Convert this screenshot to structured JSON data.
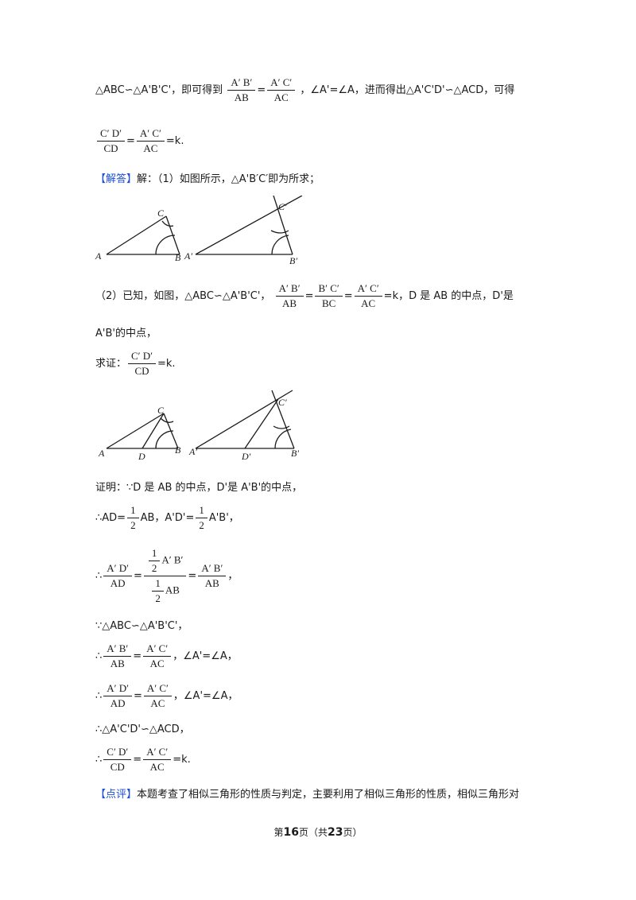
{
  "line1": {
    "pre": "△ABC∽△A'B'C'，即可得到",
    "f1_num": "A′ B′",
    "f1_den": "AB",
    "eq": "=",
    "f2_num": "A′ C′",
    "f2_den": "AC",
    "post": "，∠A'=∠A，进而得出△A'C'D'∽△ACD，可得"
  },
  "line2": {
    "f1_num": "C′ D′",
    "f1_den": "CD",
    "eq": "=",
    "f2_num": "A′ C′",
    "f2_den": "AC",
    "post": "=k."
  },
  "answer": {
    "tag": "【解答】",
    "text": "解：（1）如图所示，△A'B′C′即为所求；"
  },
  "fig1": {
    "A": "A",
    "B": "B",
    "C": "C",
    "A2": "A′",
    "B2": "B′",
    "C2": "C′"
  },
  "part2": {
    "pre": "（2）已知，如图，△ABC∽△A'B'C'，",
    "f1_num": "A′ B′",
    "f1_den": "AB",
    "eq": "=",
    "f2_num": "B′ C′",
    "f2_den": "BC",
    "f3_num": "A′ C′",
    "f3_den": "AC",
    "post": "=k，D 是 AB 的中点，D'是",
    "line2": "A'B'的中点，"
  },
  "prove": {
    "pre": "求证：",
    "num": "C′ D′",
    "den": "CD",
    "post": "=k."
  },
  "fig2": {
    "A": "A",
    "B": "B",
    "C": "C",
    "D": "D",
    "A2": "A′",
    "B2": "B′",
    "C2": "C′",
    "D2": "D′"
  },
  "proof": {
    "l1": "证明：∵D 是 AB 的中点，D'是 A'B'的中点，",
    "l2_a": "∴AD=",
    "half_num": "1",
    "half_den": "2",
    "l2_b": "AB，A'D'=",
    "l2_c": "A'B'，",
    "l3_pre": "∴",
    "l3_f1_num": "A′ D′",
    "l3_f1_den": "AD",
    "eq": "=",
    "l3_big_num_tail": "A′ B′",
    "l3_big_den_tail": "AB",
    "l3_f3_num": "A′ B′",
    "l3_f3_den": "AB",
    "l3_post": "，",
    "l4": "∵△ABC∽△A'B'C'，",
    "l5_pre": "∴",
    "l5_f1_num": "A′ B′",
    "l5_f1_den": "AB",
    "l5_f2_num": "A′ C′",
    "l5_f2_den": "AC",
    "l5_post": "，∠A'=∠A，",
    "l6_pre": "∴",
    "l6_f1_num": "A′ D′",
    "l6_f1_den": "AD",
    "l6_f2_num": "A′ C′",
    "l6_f2_den": "AC",
    "l6_post": "，∠A'=∠A，",
    "l7": "∴△A'C'D'∽△ACD，",
    "l8_pre": "∴",
    "l8_f1_num": "C′ D′",
    "l8_f1_den": "CD",
    "l8_f2_num": "A′ C′",
    "l8_f2_den": "AC",
    "l8_post": "=k."
  },
  "comment": {
    "tag": "【点评】",
    "text": "本题考查了相似三角形的性质与判定，主要利用了相似三角形的性质，相似三角形对"
  },
  "footer": {
    "p1": "第",
    "page": "16",
    "p2": "页（共",
    "total": "23",
    "p3": "页）"
  },
  "colors": {
    "tag": "#1d4ed8",
    "text": "#1a1a1a"
  }
}
